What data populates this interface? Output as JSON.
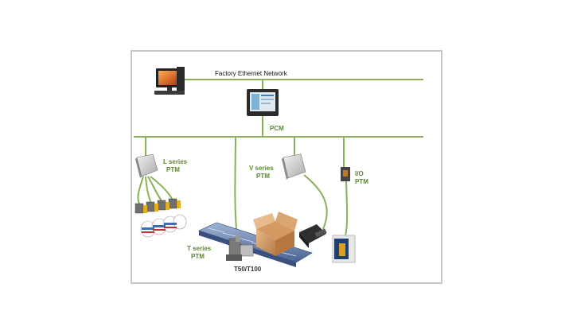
{
  "network": {
    "factory_label": "Factory  Ethernet  Network",
    "pcm_label": "PCM"
  },
  "nodes": {
    "l_series": [
      "L series",
      "PTM"
    ],
    "v_series": [
      "V series",
      "PTM"
    ],
    "io": [
      "I/O",
      "PTM"
    ],
    "t_series": [
      "T series",
      "PTM"
    ],
    "t50": "T50/T100"
  },
  "colors": {
    "network_line": "#8ab15a",
    "label_green": "#5a8a2a",
    "frame": "#c8c8c8"
  }
}
